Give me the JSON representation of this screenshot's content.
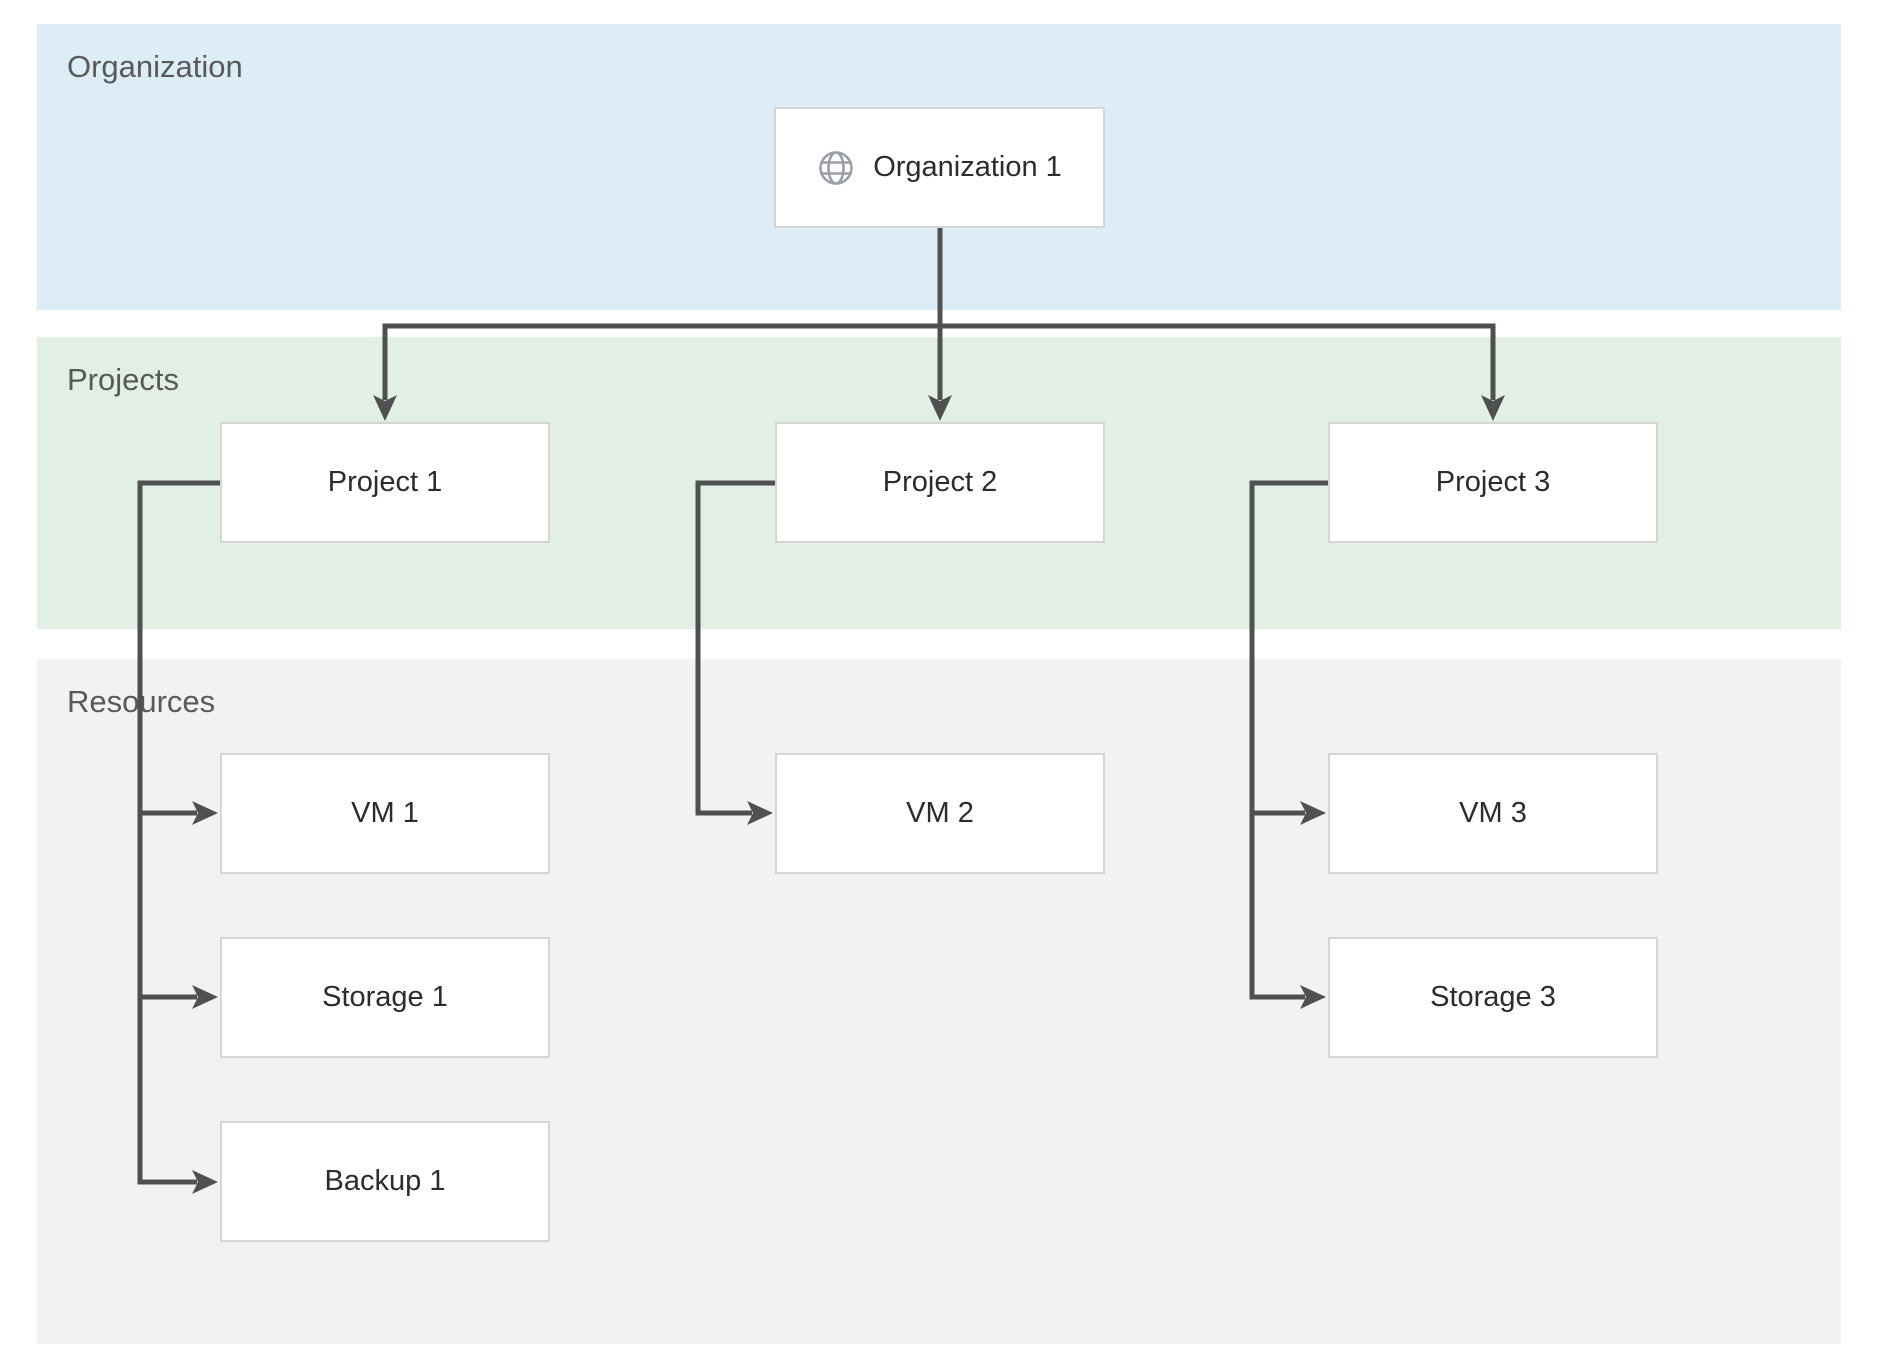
{
  "bands": {
    "organization": {
      "label": "Organization"
    },
    "projects": {
      "label": "Projects"
    },
    "resources": {
      "label": "Resources"
    }
  },
  "nodes": {
    "organization1": {
      "label": "Organization 1",
      "icon": "globe"
    },
    "project1": {
      "label": "Project 1"
    },
    "project2": {
      "label": "Project 2"
    },
    "project3": {
      "label": "Project 3"
    },
    "vm1": {
      "label": "VM 1"
    },
    "vm2": {
      "label": "VM 2"
    },
    "vm3": {
      "label": "VM 3"
    },
    "storage1": {
      "label": "Storage 1"
    },
    "storage3": {
      "label": "Storage 3"
    },
    "backup1": {
      "label": "Backup 1"
    }
  },
  "edges": [
    {
      "from": "Organization 1",
      "to": "Project 1"
    },
    {
      "from": "Organization 1",
      "to": "Project 2"
    },
    {
      "from": "Organization 1",
      "to": "Project 3"
    },
    {
      "from": "Project 1",
      "to": "VM 1"
    },
    {
      "from": "Project 1",
      "to": "Storage 1"
    },
    {
      "from": "Project 1",
      "to": "Backup 1"
    },
    {
      "from": "Project 2",
      "to": "VM 2"
    },
    {
      "from": "Project 3",
      "to": "VM 3"
    },
    {
      "from": "Project 3",
      "to": "Storage 3"
    }
  ],
  "colors": {
    "organization_band": "#dcedf8",
    "projects_band": "#e2efe4",
    "resources_band": "#f2f2f2",
    "node_fill": "#ffffff",
    "node_border": "#d5d5d5",
    "node_text": "#2c2c2c",
    "band_label_text": "#595959",
    "connector": "#4f5151",
    "globe_icon": "#9aa0a6"
  }
}
